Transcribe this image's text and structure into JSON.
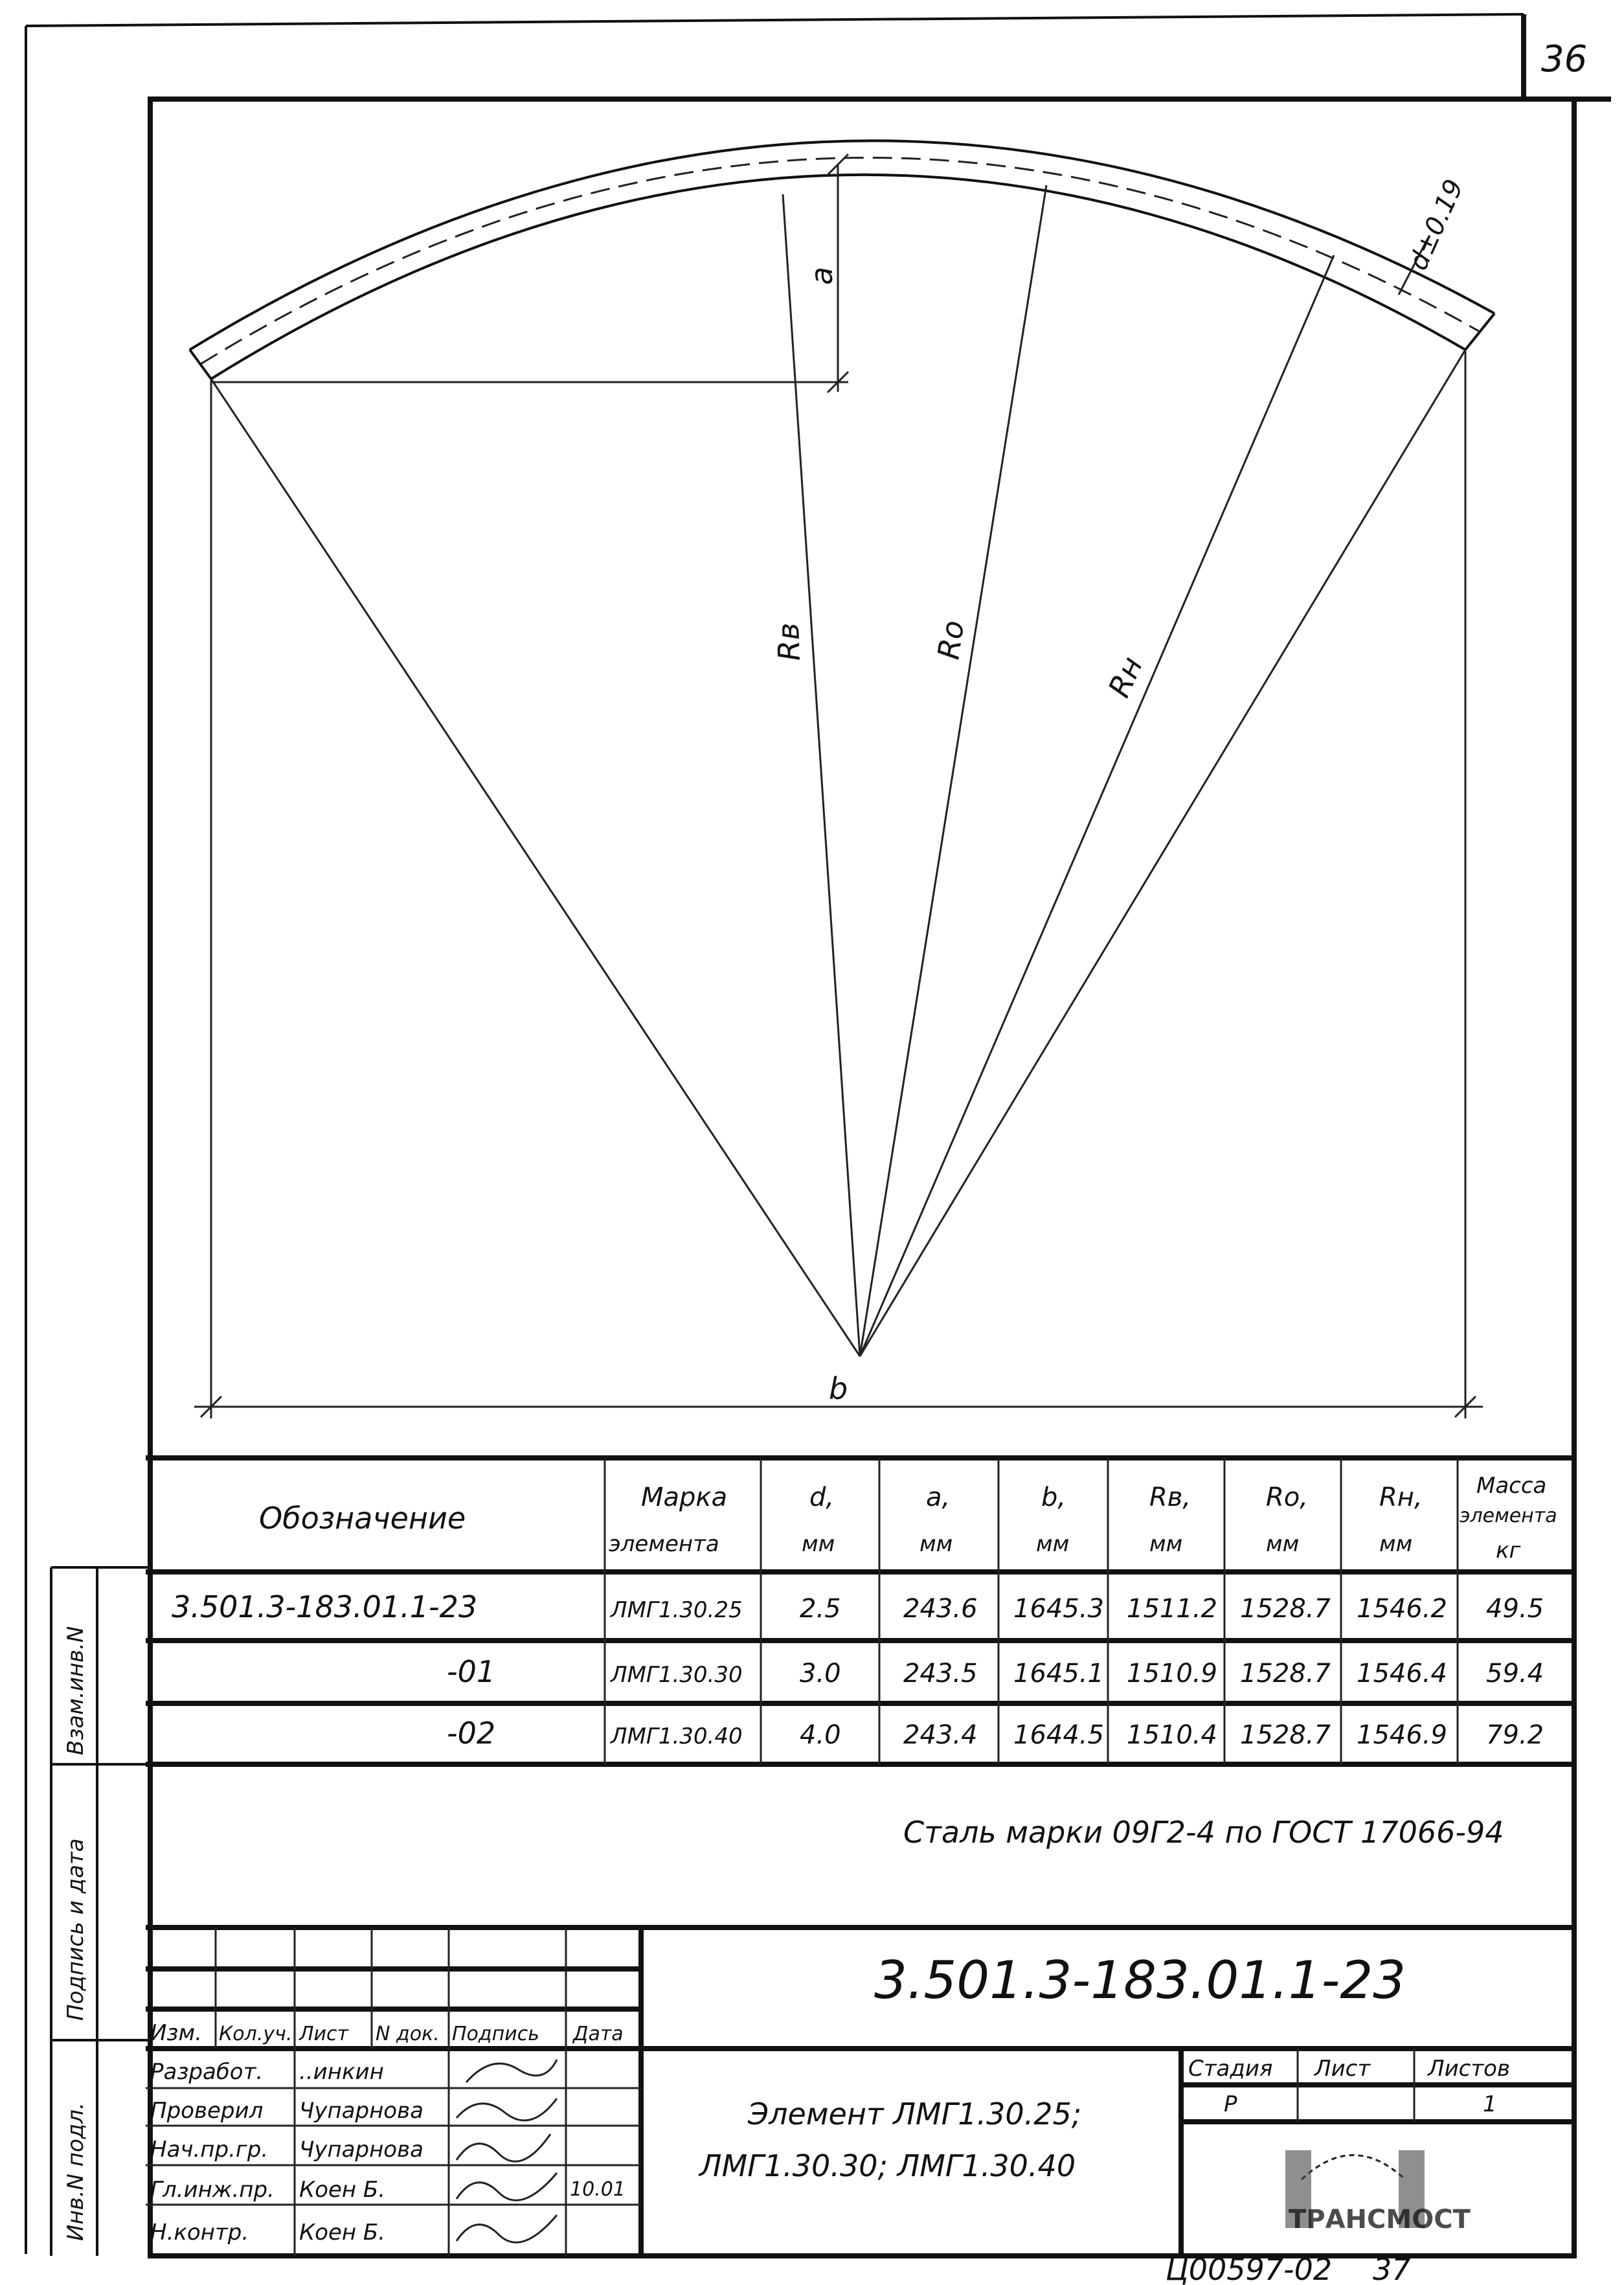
{
  "page_number": "36",
  "drawing": {
    "label_a": "a",
    "label_b": "b",
    "label_rv": "Rв",
    "label_ro": "Ro",
    "label_rn": "Rн",
    "label_d": "d±0.19"
  },
  "side_stamp": {
    "inv_podl": "Инв.N подл.",
    "podpis_data": "Подпись и дата",
    "vzam_inv": "Взам.инв.N"
  },
  "table": {
    "headers": {
      "designation": "Обозначение",
      "mark_1": "Марка",
      "mark_2": "элемента",
      "d_1": "d,",
      "d_2": "мм",
      "a_1": "a,",
      "a_2": "мм",
      "b_1": "b,",
      "b_2": "мм",
      "rv_1": "Rв,",
      "rv_2": "мм",
      "ro_1": "Ro,",
      "ro_2": "мм",
      "rn_1": "Rн,",
      "rn_2": "мм",
      "mass_1": "Масса",
      "mass_2": "элемента",
      "mass_3": "кг"
    },
    "rows": [
      {
        "designation": "3.501.3-183.01.1-23",
        "mark": "ЛМГ1.30.25",
        "d": "2.5",
        "a": "243.6",
        "b": "1645.3",
        "rv": "1511.2",
        "ro": "1528.7",
        "rn": "1546.2",
        "mass": "49.5"
      },
      {
        "designation": "-01",
        "mark": "ЛМГ1.30.30",
        "d": "3.0",
        "a": "243.5",
        "b": "1645.1",
        "rv": "1510.9",
        "ro": "1528.7",
        "rn": "1546.4",
        "mass": "59.4"
      },
      {
        "designation": "-02",
        "mark": "ЛМГ1.30.40",
        "d": "4.0",
        "a": "243.4",
        "b": "1644.5",
        "rv": "1510.4",
        "ro": "1528.7",
        "rn": "1546.9",
        "mass": "79.2"
      }
    ],
    "note": "Сталь марки 09Г2-4 по ГОСТ 17066-94"
  },
  "title_block": {
    "doc_number": "3.501.3-183.01.1-23",
    "col_headers": [
      "Изм.",
      "Кол.уч.",
      "Лист",
      "N док.",
      "Подпись",
      "Дата"
    ],
    "roles": [
      {
        "role": "Разработ.",
        "name": "..инкин",
        "date": ""
      },
      {
        "role": "Проверил",
        "name": "Чупарнова",
        "date": ""
      },
      {
        "role": "Нач.пр.гр.",
        "name": "Чупарнова",
        "date": ""
      },
      {
        "role": "Гл.инж.пр.",
        "name": "Коен Б.",
        "date": "10.01"
      },
      {
        "role": "Н.контр.",
        "name": "Коен Б.",
        "date": ""
      }
    ],
    "title_line1": "Элемент  ЛМГ1.30.25;",
    "title_line2": "ЛМГ1.30.30; ЛМГ1.30.40",
    "stage_label": "Стадия",
    "sheet_label": "Лист",
    "sheets_label": "Листов",
    "stage": "Р",
    "sheet": "",
    "sheets": "1",
    "logo_text": "ТРАНСМОСТ"
  },
  "footer_handwritten": {
    "code": "Ц00597-02",
    "number": "37"
  }
}
